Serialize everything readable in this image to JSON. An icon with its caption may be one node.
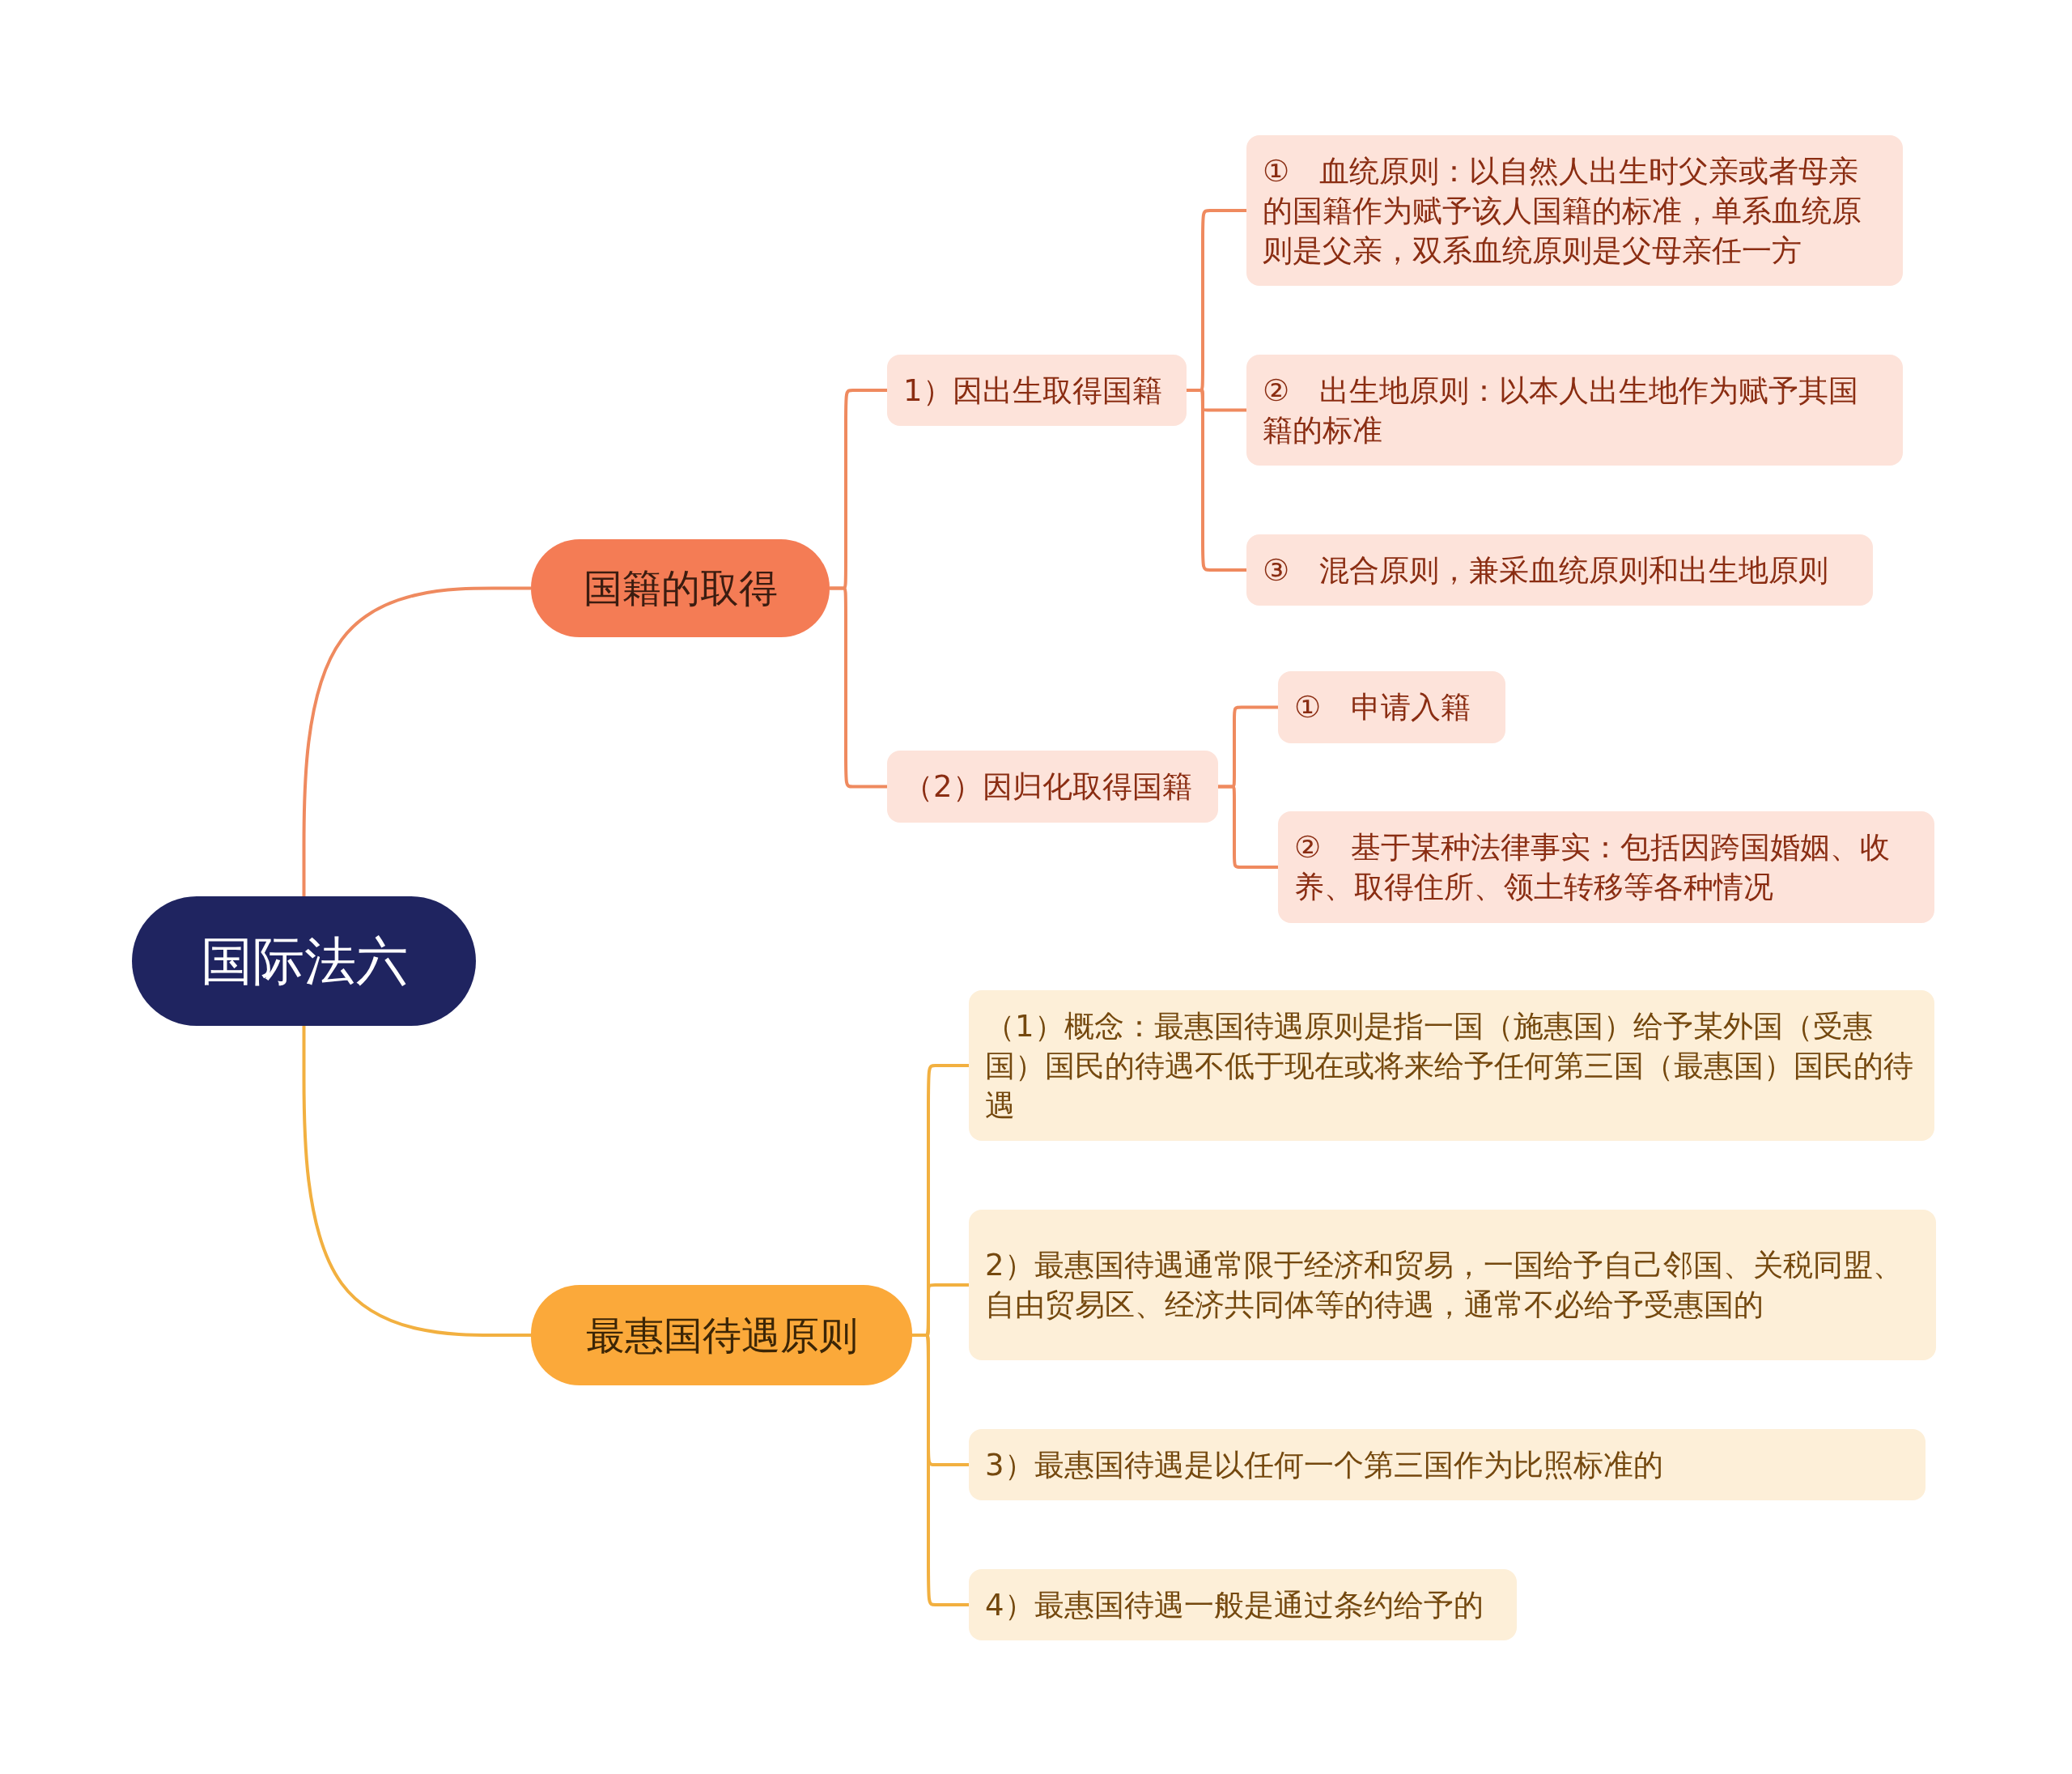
{
  "diagram": {
    "nodes": [
      {
        "text": [
          "国际法六"
        ]
      },
      {
        "text": [
          "国籍的取得"
        ]
      },
      {
        "text": [
          "1）因出生取得国籍"
        ]
      },
      {
        "text": [
          "①　血统原则：以自然人出生时父亲或者母亲的国籍作为赋予该人国籍的标准，单系血统原则是父亲，双系血统原则是父母亲任一方"
        ]
      },
      {
        "text": [
          "②　出生地原则：以本人出生地作为赋予其国籍的标准"
        ]
      },
      {
        "text": [
          "③　混合原则，兼采血统原则和出生地原则"
        ]
      },
      {
        "text": [
          "（2）因归化取得国籍"
        ]
      },
      {
        "text": [
          "①　申请入籍"
        ]
      },
      {
        "text": [
          "②　基于某种法律事实：包括因跨国婚姻、收养、取得住所、领土转移等各种情况"
        ]
      },
      {
        "text": [
          "最惠国待遇原则"
        ]
      },
      {
        "text": [
          "（1）概念：最惠国待遇原则是指一国（施惠国）给予某外国（受惠国）国民的待遇不低于现在或将来给予任何第三国（最惠国）国民的待遇"
        ]
      },
      {
        "text": [
          "2）最惠国待遇通常限于经济和贸易，一国给予自己邻国、关税同盟、自由贸易区、经济共同体等的待遇，通常不必给予受惠国的"
        ]
      },
      {
        "text": [
          "3）最惠国待遇是以任何一个第三国作为比照标准的"
        ]
      },
      {
        "text": [
          "4）最惠国待遇一般是通过条约给予的"
        ]
      }
    ],
    "edges": [
      {
        "from": 0,
        "to": 1,
        "arrow": "none"
      },
      {
        "from": 1,
        "to": 2,
        "arrow": "none"
      },
      {
        "from": 2,
        "to": 3,
        "arrow": "none"
      },
      {
        "from": 2,
        "to": 4,
        "arrow": "none"
      },
      {
        "from": 2,
        "to": 5,
        "arrow": "none"
      },
      {
        "from": 1,
        "to": 6,
        "arrow": "none"
      },
      {
        "from": 6,
        "to": 7,
        "arrow": "none"
      },
      {
        "from": 6,
        "to": 8,
        "arrow": "none"
      },
      {
        "from": 0,
        "to": 9,
        "arrow": "none",
        "color": "#f2b040"
      },
      {
        "from": 9,
        "to": 10,
        "arrow": "none",
        "color": "#f2b040"
      },
      {
        "from": 9,
        "to": 11,
        "arrow": "none",
        "color": "#f2b040"
      },
      {
        "from": 9,
        "to": 12,
        "arrow": "none",
        "color": "#f2b040"
      },
      {
        "from": 9,
        "to": 13,
        "arrow": "none",
        "color": "#f2b040"
      }
    ]
  }
}
